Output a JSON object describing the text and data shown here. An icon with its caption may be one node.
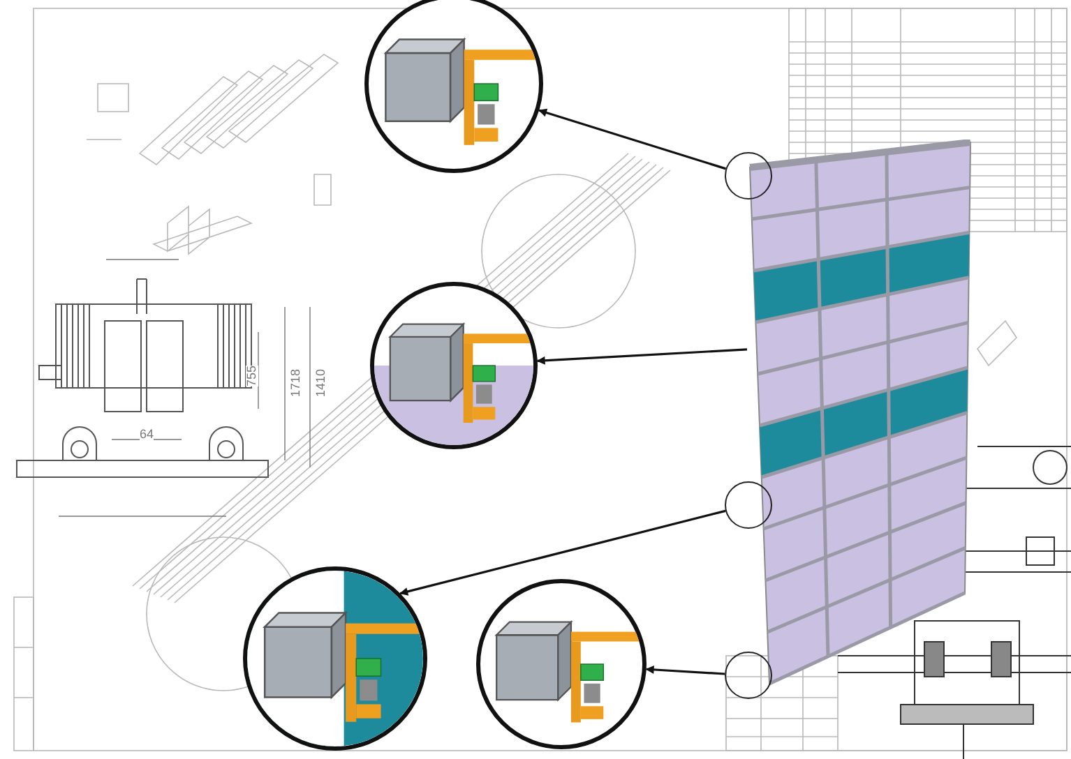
{
  "diagram": {
    "nodes": [
      {
        "text": [],
        "shape": "picture"
      },
      {
        "text": [],
        "shape": "picture"
      },
      {
        "text": [],
        "shape": "picture"
      },
      {
        "text": [],
        "shape": "picture"
      },
      {
        "text": [],
        "shape": "circle"
      },
      {
        "text": [],
        "shape": "circle"
      },
      {
        "text": [],
        "shape": "circle"
      },
      {
        "text": [],
        "shape": "picture"
      }
    ],
    "edges": [
      {
        "from": 4,
        "to": 0,
        "arrow": "to"
      },
      {
        "from": 7,
        "to": 1,
        "arrow": "to"
      },
      {
        "from": 5,
        "to": 2,
        "arrow": "to"
      },
      {
        "from": 6,
        "to": 3,
        "arrow": "to"
      }
    ],
    "labels": [
      "755",
      "64",
      "1718",
      "1410"
    ]
  }
}
